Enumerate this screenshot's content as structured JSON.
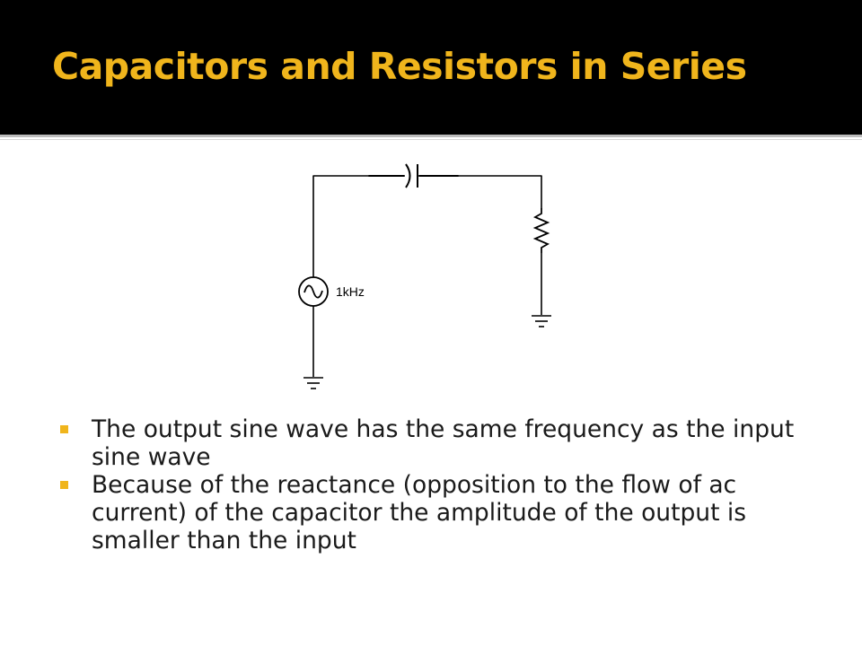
{
  "slide": {
    "title": "Capacitors and Resistors in Series",
    "accent_color": "#f0b51c",
    "title_bar_color": "#000000"
  },
  "circuit": {
    "source_label": "1kHz",
    "components": [
      "ac-source",
      "capacitor",
      "resistor",
      "ground",
      "ground"
    ]
  },
  "bullets": [
    "The output sine wave has the same frequency as the input sine wave",
    "Because of the reactance (opposition to the flow of ac current) of the capacitor the amplitude of the output is smaller than the input"
  ]
}
